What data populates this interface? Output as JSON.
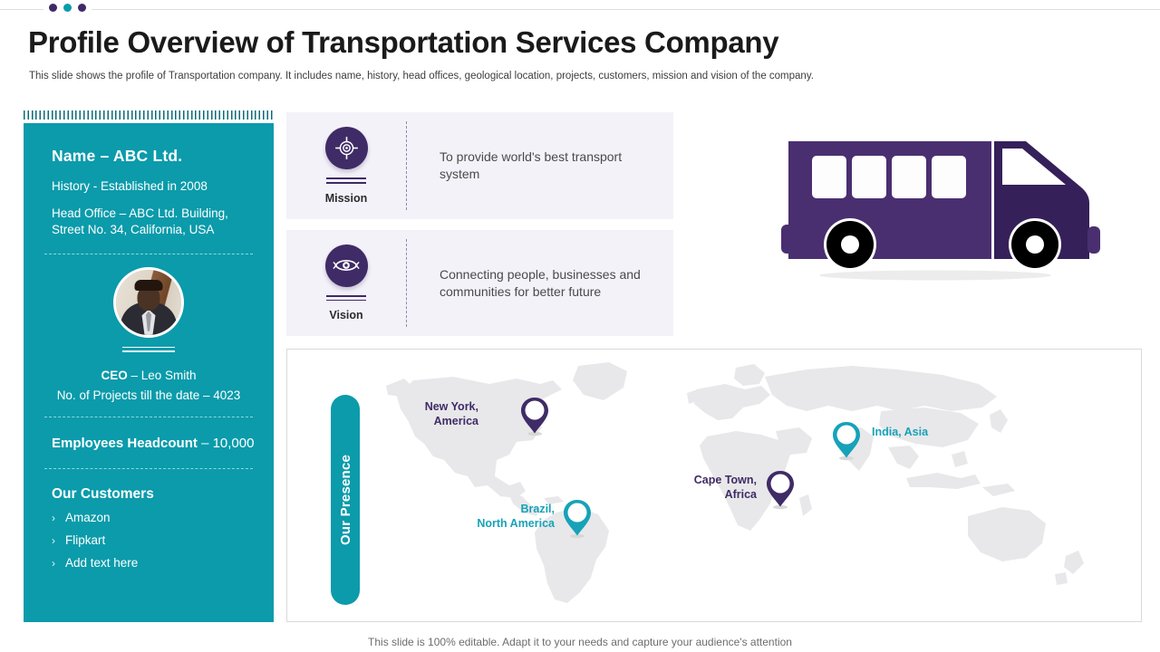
{
  "header": {
    "title": "Profile Overview of Transportation Services Company",
    "subtitle": "This slide shows the profile of Transportation company. It includes name, history, head offices, geological location, projects, customers, mission and vision of the company."
  },
  "colors": {
    "teal": "#0b9bab",
    "purple": "#3f2b66",
    "pin_teal": "#17a2b8",
    "panel_bg": "#f4f2f9",
    "map_land": "#e8e8ea"
  },
  "top_dots": [
    "#3f2b66",
    "#0b9bab",
    "#3f2b66"
  ],
  "profile": {
    "name": "Name – ABC Ltd.",
    "history": "History - Established in 2008",
    "head_office": "Head Office – ABC Ltd. Building,  Street No. 34, California, USA",
    "ceo_label": "CEO",
    "ceo_value": "– Leo Smith",
    "projects": "No. of Projects till the date – 4023",
    "headcount_label": "Employees Headcount",
    "headcount_value": "– 10,000",
    "customers_title": "Our Customers",
    "customers": [
      "Amazon",
      "Flipkart",
      "Add text here"
    ],
    "chevron": "›"
  },
  "mission": {
    "label": "Mission",
    "icon": "target-icon",
    "text": "To provide world's best transport system"
  },
  "vision": {
    "label": "Vision",
    "icon": "eye-icon",
    "text": "Connecting people, businesses and communities for better future"
  },
  "illustration": {
    "name": "bus-illustration"
  },
  "map": {
    "tab_label": "Our Presence",
    "pins": [
      {
        "id": "new-york",
        "label_line1": "New York,",
        "label_line2": "America",
        "color": "#3f2b66",
        "align": "right"
      },
      {
        "id": "brazil",
        "label_line1": "Brazil,",
        "label_line2": "North America",
        "color": "#17a2b8",
        "align": "right"
      },
      {
        "id": "cape-town",
        "label_line1": "Cape Town,",
        "label_line2": "Africa",
        "color": "#3f2b66",
        "align": "right"
      },
      {
        "id": "india",
        "label_line1": "India, Asia",
        "label_line2": "",
        "color": "#17a2b8",
        "align": "left"
      }
    ]
  },
  "footer": {
    "note": "This slide is 100% editable. Adapt it to your needs and capture your audience's attention"
  }
}
